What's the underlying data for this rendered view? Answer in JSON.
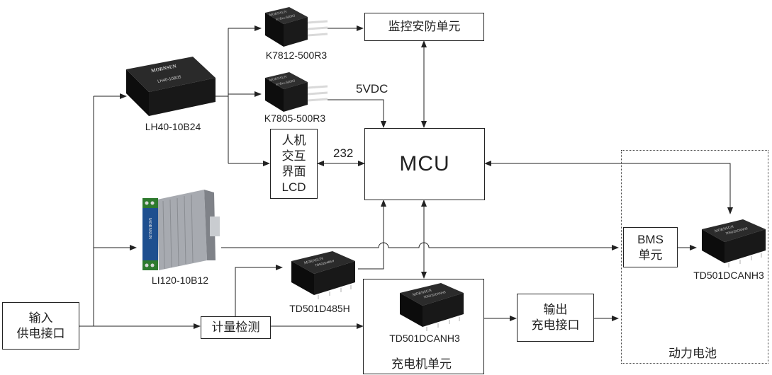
{
  "boxes": {
    "monitoring": "监控安防单元",
    "hmi": [
      "人机",
      "交互",
      "界面",
      "LCD"
    ],
    "mcu": "MCU",
    "input": [
      "输入",
      "供电接口"
    ],
    "metering": "计量检测",
    "charger_unit": "充电机单元",
    "output": [
      "输出",
      "充电接口"
    ],
    "bms": [
      "BMS",
      "单元"
    ],
    "battery_group": "动力电池"
  },
  "modules": {
    "lh40": {
      "label": "LH40-10B24",
      "brand": "MORNSUN",
      "top_text": "LH40-10B05"
    },
    "k7812": {
      "label": "K7812-500R3",
      "brand": "MORNSUN",
      "top_text": "K78xx-500R3"
    },
    "k7805": {
      "label": "K7805-500R3",
      "brand": "MORNSUN",
      "top_text": "K78xx-500R3"
    },
    "li120": {
      "label": "LI120-10B12",
      "brand": "MORNSUN"
    },
    "td485": {
      "label": "TD501D485H",
      "brand": "MORNSUN",
      "top_text": "TD501D485H"
    },
    "tdcan_charger": {
      "label": "TD501DCANH3",
      "brand": "MORNSUN",
      "top_text": "TD501DCANH3"
    },
    "tdcan_bms": {
      "label": "TD501DCANH3",
      "brand": "MORNSUN",
      "top_text": "TD501DCANH3"
    }
  },
  "edge_labels": {
    "vdc": "5VDC",
    "rs232": "232"
  }
}
